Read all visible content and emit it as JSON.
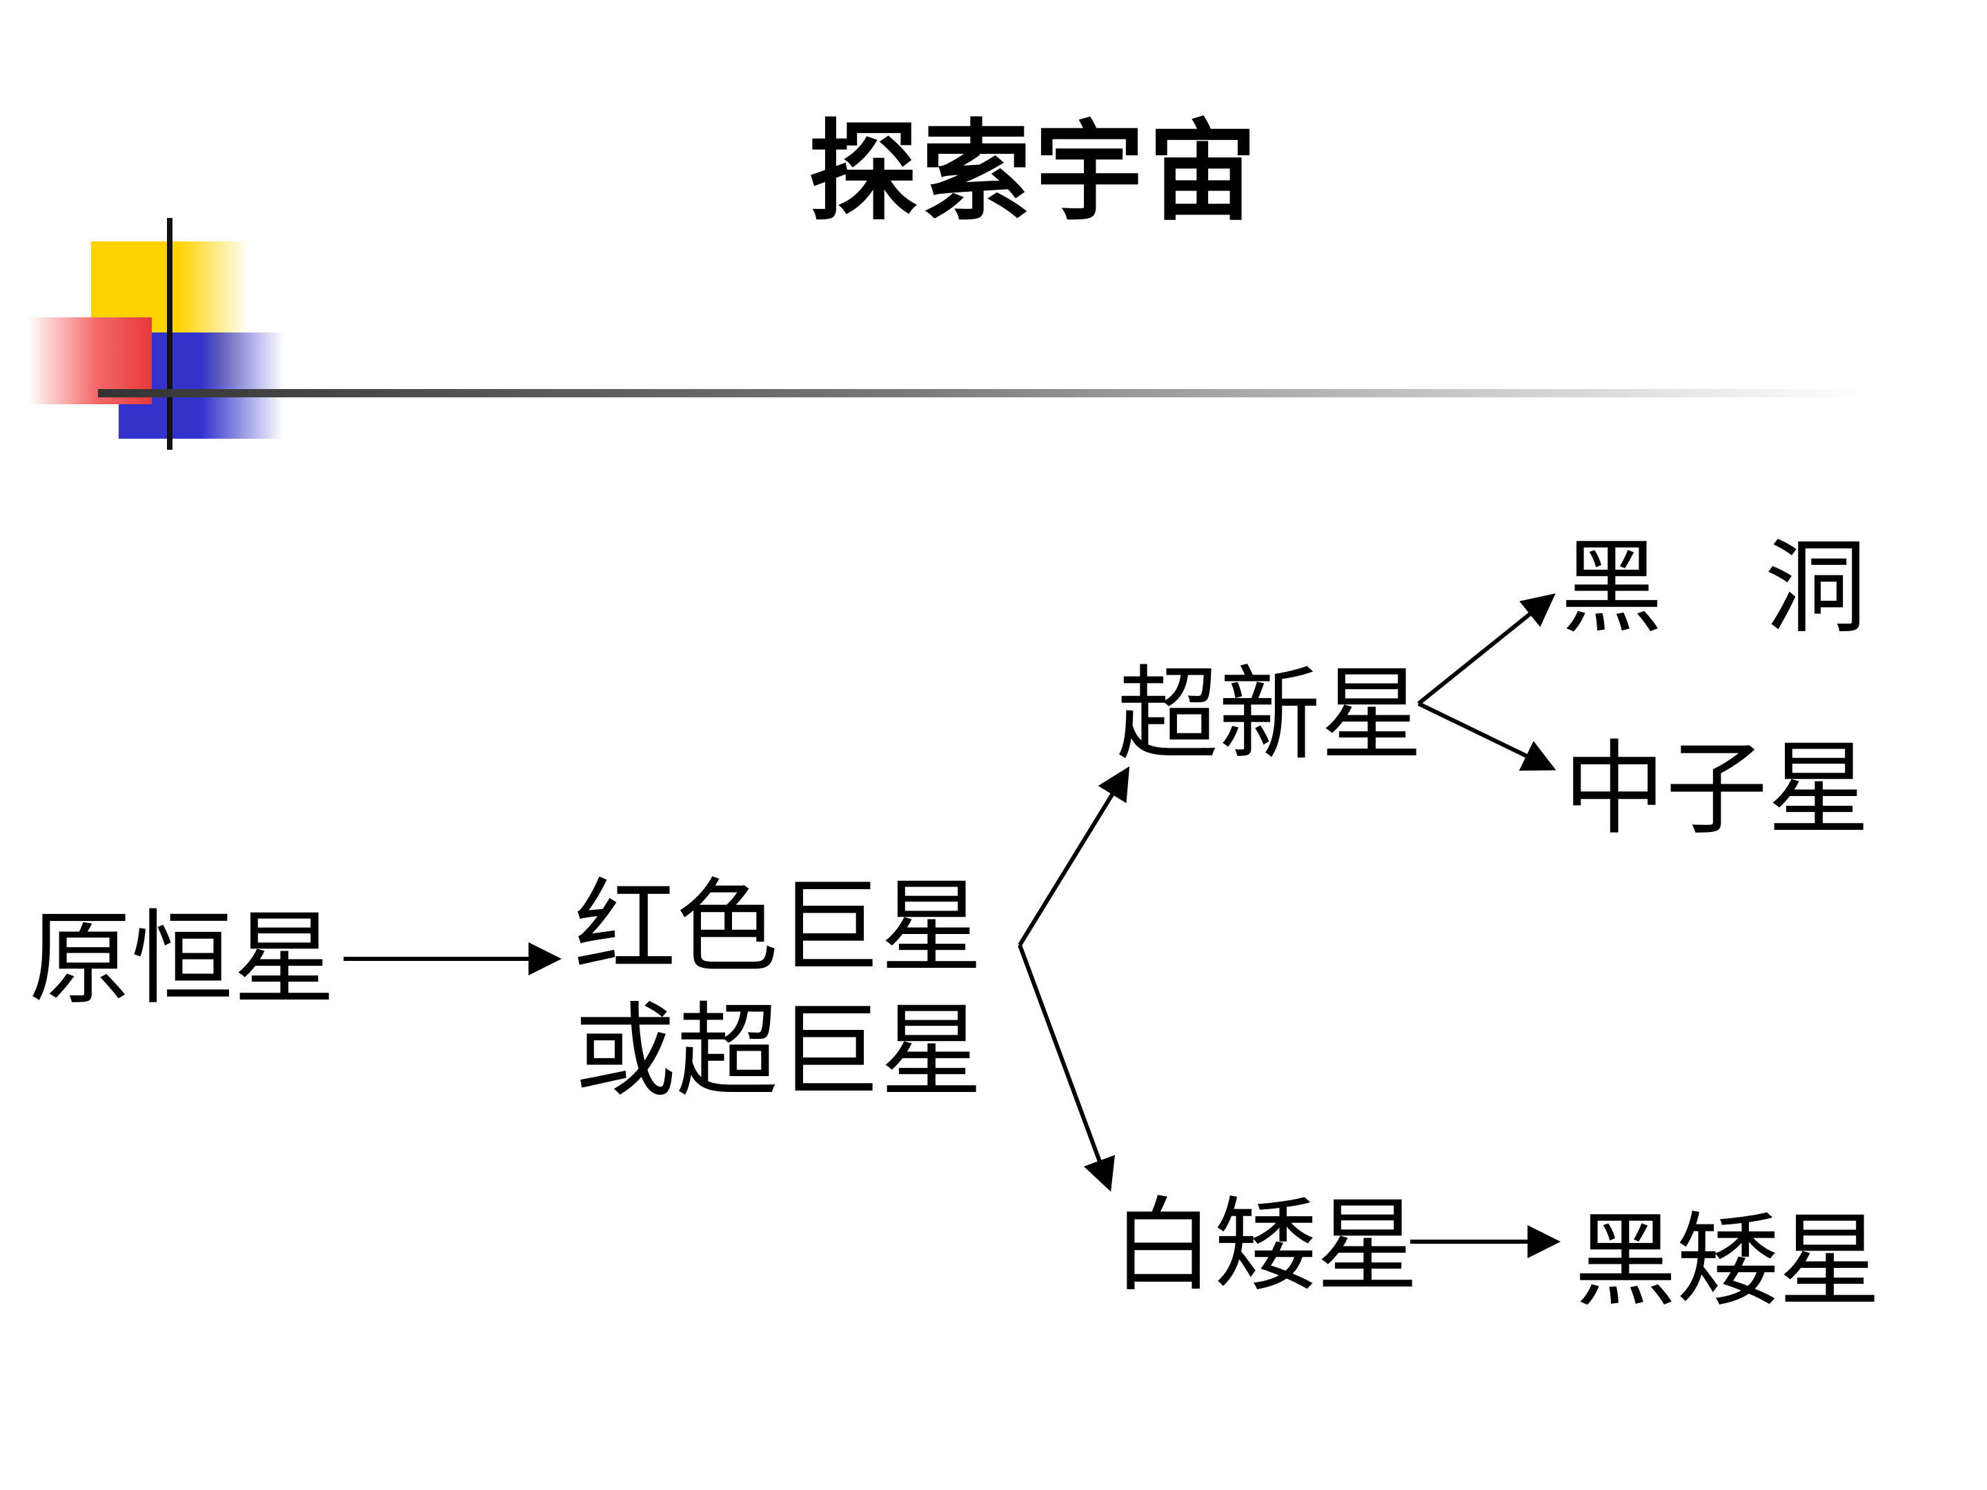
{
  "title": "探索宇宙",
  "nodes": {
    "protostar": "原恒星",
    "red_giant_line1": "红色巨星",
    "red_giant_line2": "或超巨星",
    "supernova": "超新星",
    "black_hole": "黑　洞",
    "neutron_star": "中子星",
    "white_dwarf": "白矮星",
    "black_dwarf": "黑矮星"
  },
  "colors": {
    "yellow": "#FFD300",
    "blue": "#3333CC",
    "red": "#E8393C",
    "text": "#000000"
  }
}
